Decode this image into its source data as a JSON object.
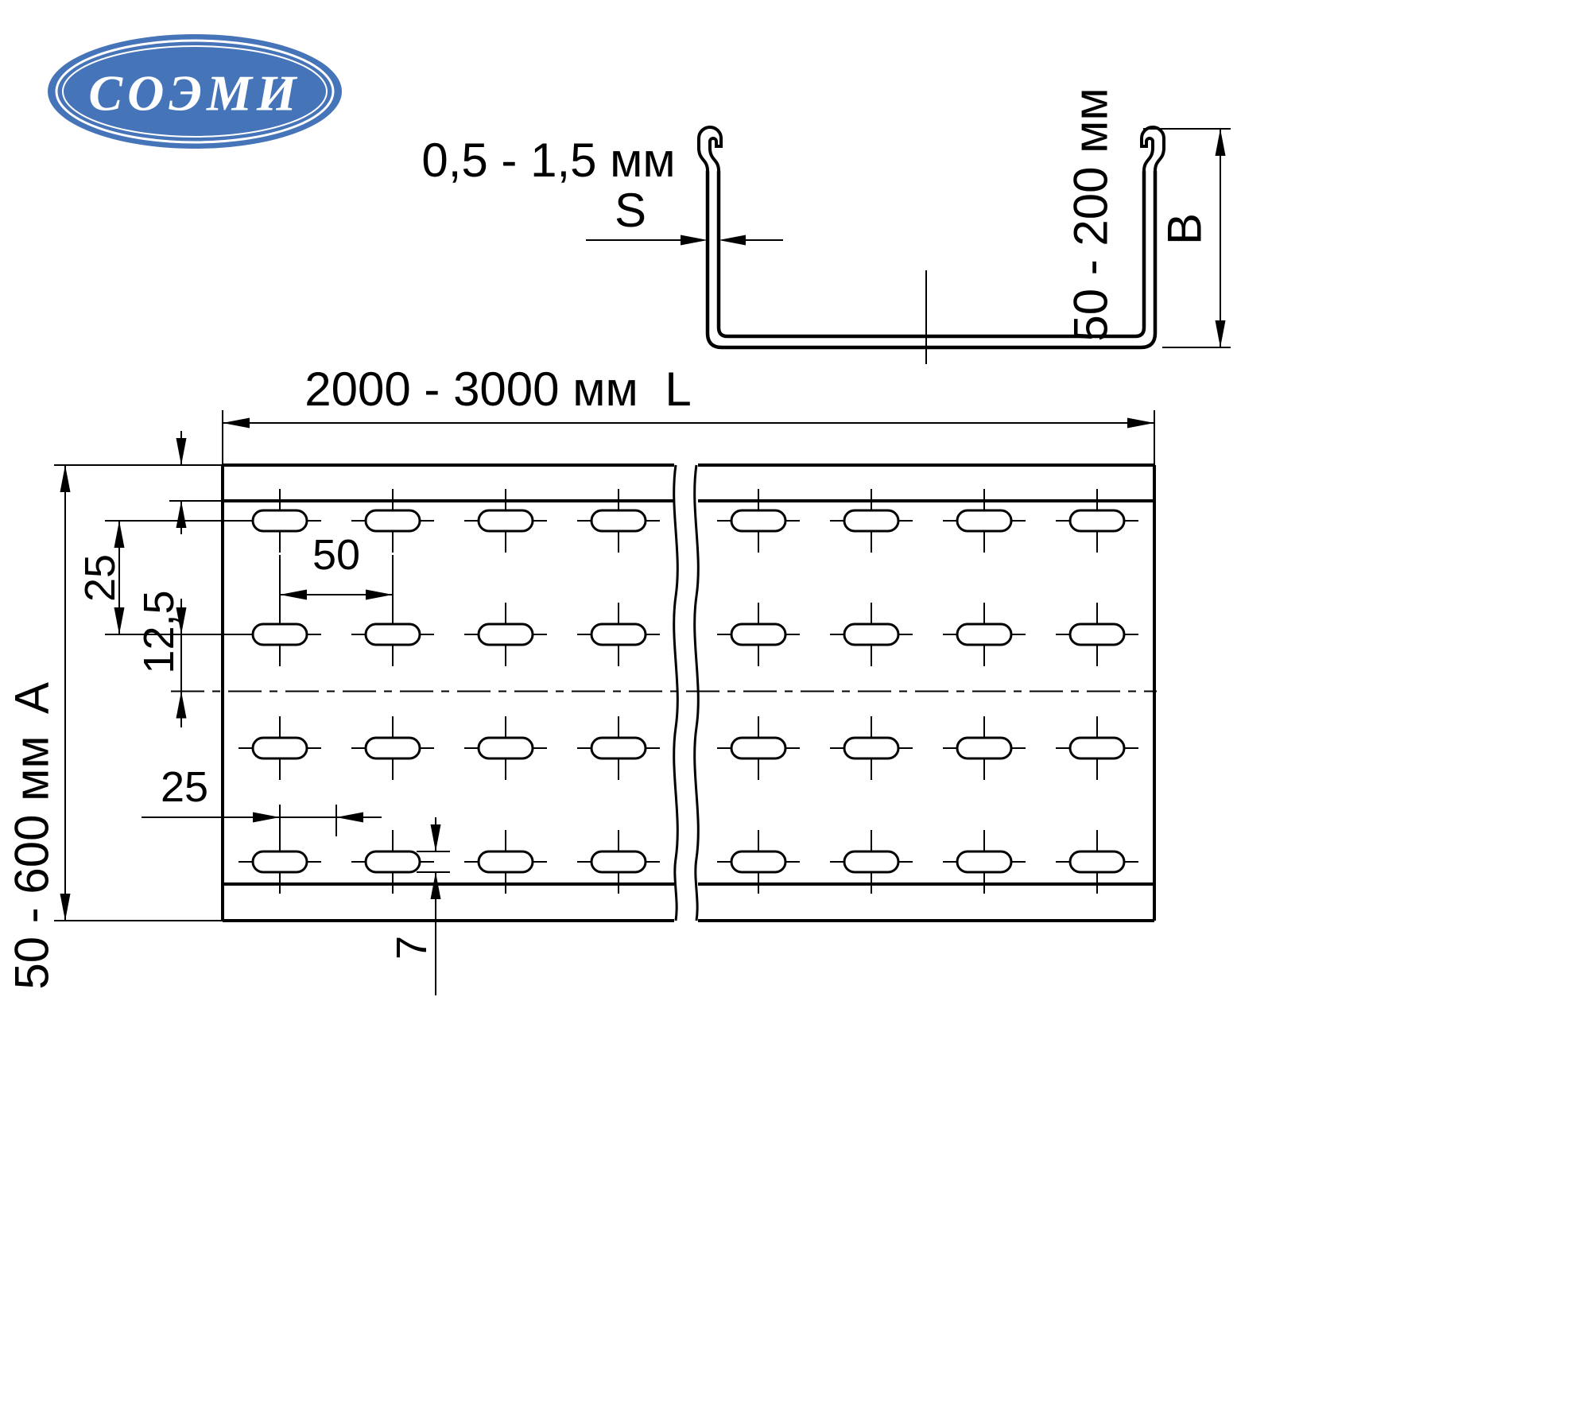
{
  "colors": {
    "logo_blue": "#4674b8",
    "line": "#000000",
    "background": "#ffffff"
  },
  "logo": {
    "text": "СОЭМИ"
  },
  "section_view": {
    "thickness_range": "0,5 - 1,5 мм",
    "thickness_symbol": "S",
    "height_range": "50 - 200 мм",
    "height_symbol": "В"
  },
  "plan_view": {
    "length_range": "2000 - 3000 мм",
    "length_symbol": "L",
    "width_range": "50 - 600 мм",
    "width_symbol": "А",
    "dim_row_spacing": "25",
    "dim_row_offset": "12,5",
    "dim_slot_pitch": "50",
    "dim_slot_stagger": "25",
    "dim_slot_width": "7"
  }
}
